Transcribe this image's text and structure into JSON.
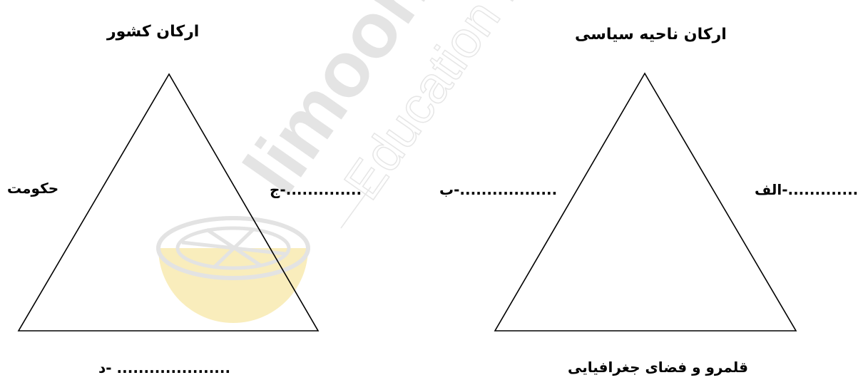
{
  "left_diagram": {
    "title": "ارکان کشور",
    "side_label_left": "حکومت",
    "blank_right": "ج-..............",
    "blank_bottom": "د- ....................."
  },
  "right_diagram": {
    "title": "ارکان ناحیه سیاسی",
    "blank_left": "ب-..................",
    "blank_right": "الف-.............",
    "bottom_label": "قلمرو و فضای جغرافیایی"
  },
  "watermark": {
    "brand": "limoon",
    "tagline": "Education For"
  },
  "colors": {
    "line": "#000000",
    "watermark_text": "#e6e6e6",
    "watermark_accent": "#f7e7a6"
  }
}
